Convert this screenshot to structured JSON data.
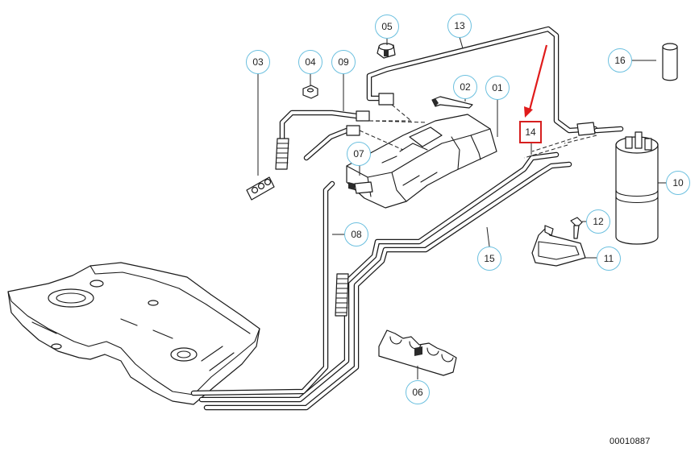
{
  "callouts": [
    {
      "id": "01",
      "label": "01"
    },
    {
      "id": "02",
      "label": "02"
    },
    {
      "id": "03",
      "label": "03"
    },
    {
      "id": "04",
      "label": "04"
    },
    {
      "id": "05",
      "label": "05"
    },
    {
      "id": "06",
      "label": "06"
    },
    {
      "id": "07",
      "label": "07"
    },
    {
      "id": "08",
      "label": "08"
    },
    {
      "id": "09",
      "label": "09"
    },
    {
      "id": "10",
      "label": "10"
    },
    {
      "id": "11",
      "label": "11"
    },
    {
      "id": "12",
      "label": "12"
    },
    {
      "id": "13",
      "label": "13"
    },
    {
      "id": "14",
      "label": "14"
    },
    {
      "id": "15",
      "label": "15"
    },
    {
      "id": "16",
      "label": "16"
    }
  ],
  "selected_callout": "14",
  "colors": {
    "callout_border": "#6cc0df",
    "selected_border": "#d61f1f",
    "arrow": "#e01b1b",
    "line_art": "#1a1a1a"
  },
  "diagram_id": "00010887"
}
